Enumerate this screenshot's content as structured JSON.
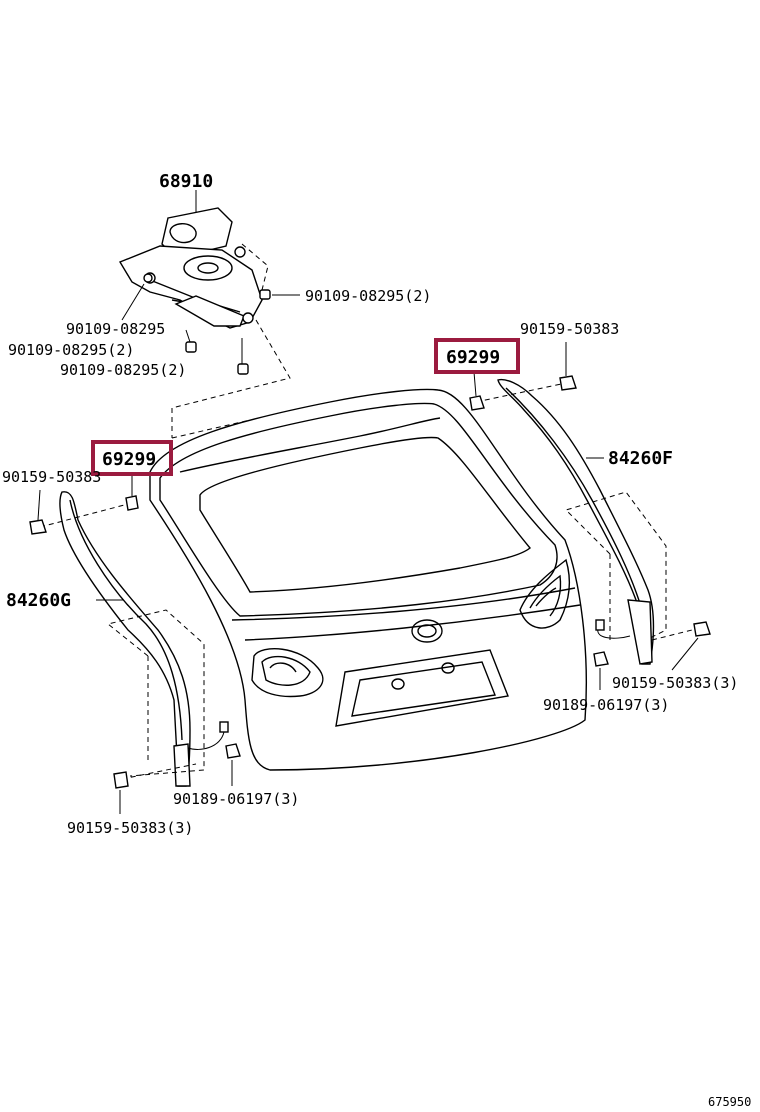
{
  "labels": {
    "motor": "68910",
    "bolt_right_top": "90109-08295(2)",
    "bolt_left_1": "90109-08295",
    "bolt_left_2": "90109-08295(2)",
    "bolt_left_3": "90109-08295(2)",
    "clip_right_top": "90159-50383",
    "clip_left_top": "90159-50383",
    "stopper_right": "69299",
    "stopper_left": "69299",
    "weatherstrip_right": "84260F",
    "weatherstrip_left": "84260G",
    "clip_right_bottom": "90159-50383(3)",
    "connector_right": "90189-06197(3)",
    "connector_left": "90189-06197(3)",
    "clip_left_bottom": "90159-50383(3)",
    "diagram_id": "675950"
  },
  "colors": {
    "highlight": "#9b1b3f",
    "line": "#000000"
  }
}
